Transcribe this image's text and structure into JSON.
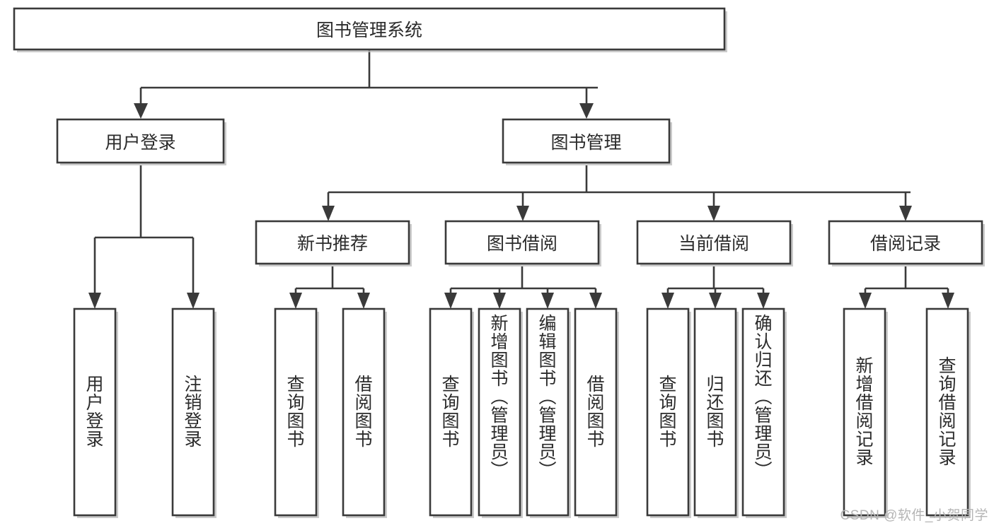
{
  "diagram": {
    "type": "tree",
    "title_node": {
      "label": "图书管理系统"
    },
    "level2": [
      {
        "label": "用户登录"
      },
      {
        "label": "图书管理"
      }
    ],
    "level3": [
      {
        "label": "新书推荐"
      },
      {
        "label": "图书借阅"
      },
      {
        "label": "当前借阅"
      },
      {
        "label": "借阅记录"
      }
    ],
    "leaves": {
      "user_login": [
        {
          "label": "用户登录"
        },
        {
          "label": "注销登录"
        }
      ],
      "new_book_recommend": [
        {
          "label": "查询图书"
        },
        {
          "label": "借阅图书"
        }
      ],
      "book_borrow": [
        {
          "label": "查询图书"
        },
        {
          "label": "新增图书（管理员）"
        },
        {
          "label": "编辑图书（管理员）"
        },
        {
          "label": "借阅图书"
        }
      ],
      "current_borrow": [
        {
          "label": "查询图书"
        },
        {
          "label": "归还图书"
        },
        {
          "label": "确认归还（管理员）"
        }
      ],
      "borrow_record": [
        {
          "label": "新增借阅记录"
        },
        {
          "label": "查询借阅记录"
        }
      ]
    }
  },
  "watermark": {
    "text": "CSDN @软件_小贺同学"
  },
  "colors": {
    "stroke": "#3a3a3a",
    "fill": "#ffffff",
    "text": "#2b2b2b",
    "shadow": "#b9b9b9",
    "watermark": "#b5b5b5"
  }
}
